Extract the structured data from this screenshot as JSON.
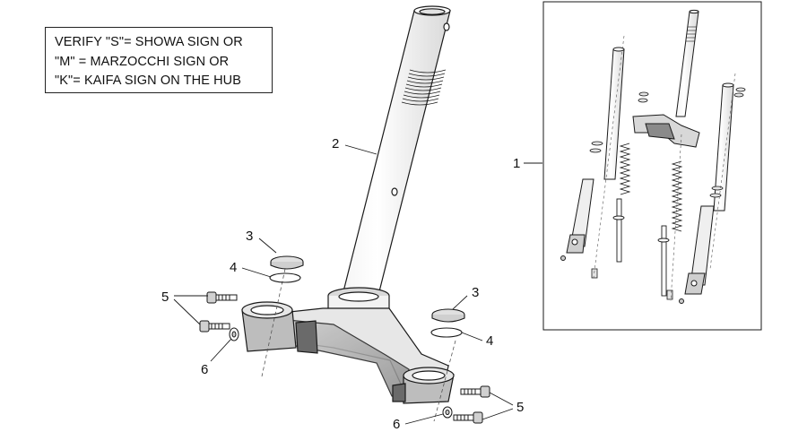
{
  "note": {
    "lines": [
      "VERIFY \"S\"= SHOWA SIGN OR",
      "\"M\" = MARZOCCHI SIGN OR",
      "\"K\"= KAIFA SIGN ON THE HUB"
    ]
  },
  "callouts": {
    "c1": "1",
    "c2": "2",
    "c3a": "3",
    "c3b": "3",
    "c4a": "4",
    "c4b": "4",
    "c5a": "5",
    "c5b": "5",
    "c6a": "6",
    "c6b": "6"
  },
  "colors": {
    "stroke": "#1a1a1a",
    "part_fill": "#ffffff",
    "shade": "#cfcfcf",
    "dark": "#6a6a6a"
  }
}
